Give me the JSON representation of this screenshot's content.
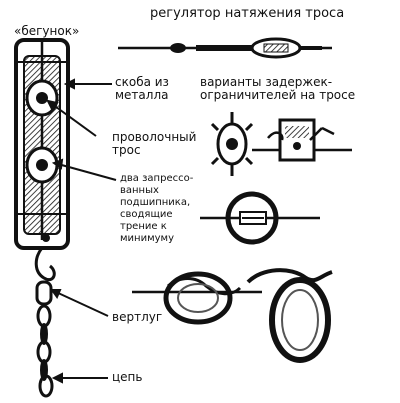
{
  "labels": {
    "tension_regulator": "регулятор натяжения троса",
    "runner": "«бегунок»",
    "metal_bracket": "скоба из\nметалла",
    "stopper_variants": "варианты задержек-\nограничителей на тросе",
    "steel_wire": "проволочный\nтрос",
    "bearings": "два запрессо-\nванных\nподшипника,\nсводящие\nтрение к\nминимуму",
    "swivel": "вертлуг",
    "chain": "цепь"
  },
  "colors": {
    "ink": "#111111",
    "paper": "#ffffff",
    "shade": "#555555"
  }
}
